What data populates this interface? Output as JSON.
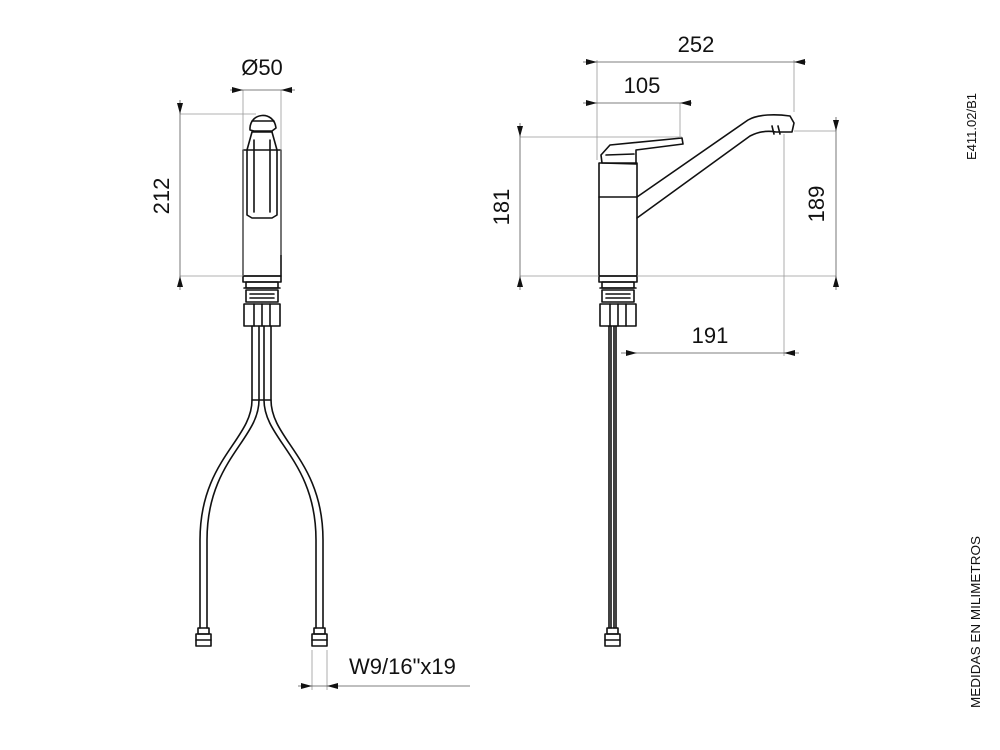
{
  "drawing": {
    "code": "E411.02/B1",
    "units_note": "MEDIDAS EN MILIMETROS",
    "front_view": {
      "diameter": "Ø50",
      "height": "212",
      "connection": "W9/16\"x19"
    },
    "side_view": {
      "overall_length": "252",
      "body_offset": "105",
      "body_height": "181",
      "spout_height": "189",
      "spout_reach": "191"
    }
  }
}
